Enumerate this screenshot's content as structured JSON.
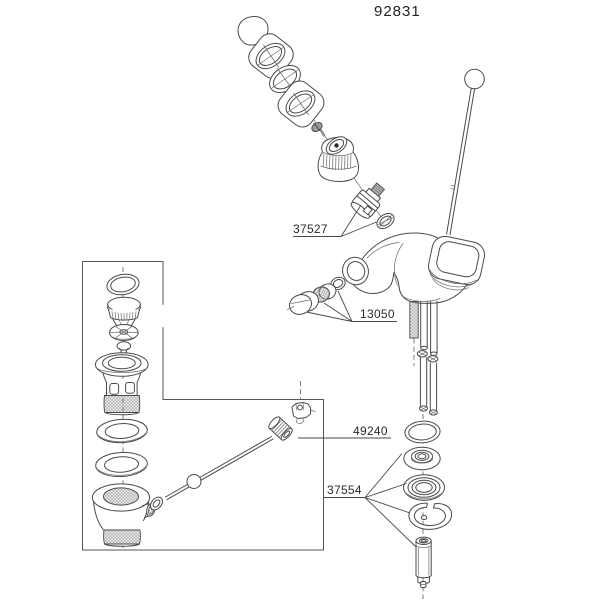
{
  "title": "92831",
  "part_labels": {
    "cartridge": "37527",
    "aerator": "13050",
    "lever_rod": "49240",
    "mounting_hardware": "37554"
  },
  "colors": {
    "background": "#ffffff",
    "line": "#4a4a4a",
    "text": "#2b2b2b"
  },
  "diagram": {
    "kind": "exploded-parts-diagram",
    "subject": "single-lever bidet mixer faucet with pop-up drain",
    "components": [
      "handle-cap",
      "handle-plate-upper",
      "handle-gasket-ring",
      "handle-plate-lower",
      "handle-screw",
      "handle-dome",
      "cartridge",
      "cartridge-oring",
      "lift-rod-with-ball",
      "faucet-body",
      "handle-base-escutcheon",
      "aerator-cap",
      "aerator-insert",
      "aerator-washer",
      "threaded-stud",
      "supply-tube-left",
      "supply-tube-right",
      "base-oring",
      "boss-washer",
      "grooved-washer",
      "horseshoe-bracket",
      "mounting-nut",
      "drain-oring",
      "drain-plug",
      "drain-spider",
      "drain-flange",
      "drain-washer-upper",
      "drain-washer-lower",
      "drain-body",
      "lever-clevis",
      "lever-ball-nut",
      "lever-rod",
      "lever-end-ring"
    ]
  }
}
